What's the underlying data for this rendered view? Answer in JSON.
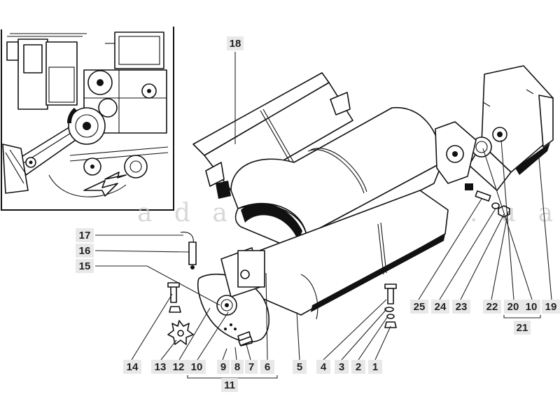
{
  "watermark": "a d a r a . c o m . u a",
  "callouts": [
    {
      "id": "18",
      "text": "18"
    },
    {
      "id": "17",
      "text": "17"
    },
    {
      "id": "16",
      "text": "16"
    },
    {
      "id": "15",
      "text": "15"
    },
    {
      "id": "14",
      "text": "14"
    },
    {
      "id": "13",
      "text": "13"
    },
    {
      "id": "12",
      "text": "12"
    },
    {
      "id": "10a",
      "text": "10"
    },
    {
      "id": "9",
      "text": "9"
    },
    {
      "id": "8",
      "text": "8"
    },
    {
      "id": "7",
      "text": "7"
    },
    {
      "id": "6",
      "text": "6"
    },
    {
      "id": "11",
      "text": "11"
    },
    {
      "id": "5",
      "text": "5"
    },
    {
      "id": "4",
      "text": "4"
    },
    {
      "id": "3",
      "text": "3"
    },
    {
      "id": "2",
      "text": "2"
    },
    {
      "id": "1",
      "text": "1"
    },
    {
      "id": "25",
      "text": "25"
    },
    {
      "id": "24",
      "text": "24"
    },
    {
      "id": "23",
      "text": "23"
    },
    {
      "id": "22",
      "text": "22"
    },
    {
      "id": "20",
      "text": "20"
    },
    {
      "id": "10b",
      "text": "10"
    },
    {
      "id": "19",
      "text": "19"
    },
    {
      "id": "21",
      "text": "21"
    }
  ]
}
